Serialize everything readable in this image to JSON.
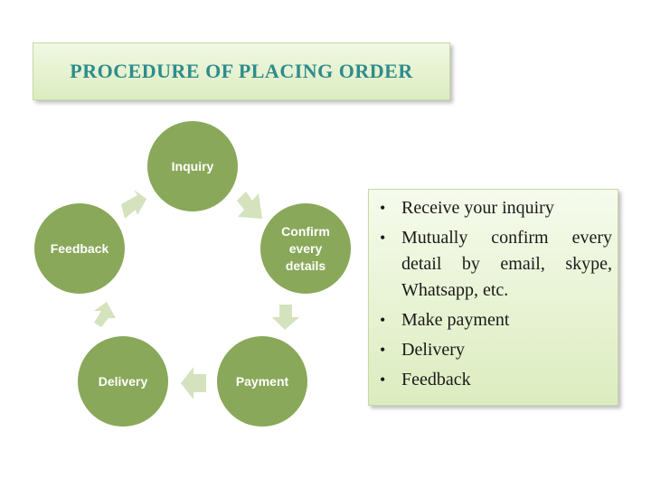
{
  "slide": {
    "title": "PROCEDURE OF PLACING ORDER"
  },
  "cycle": {
    "nodes": [
      {
        "label_lines": [
          "Inquiry"
        ]
      },
      {
        "label_lines": [
          "Confirm",
          "every",
          "details"
        ]
      },
      {
        "label_lines": [
          "Payment"
        ]
      },
      {
        "label_lines": [
          "Delivery"
        ]
      },
      {
        "label_lines": [
          "Feedback"
        ]
      }
    ]
  },
  "steps": [
    "Receive your inquiry",
    "Mutually confirm every detail by email, skype, Whatsapp, etc.",
    "Make payment",
    "Delivery",
    "Feedback"
  ],
  "colors": {
    "title_text": "#2e8c8c",
    "node_fill": "#89a85a",
    "arrow_fill": "#d4e2bd",
    "box_fill_top": "#f1f8e4",
    "box_fill_bottom": "#dcecbf"
  }
}
